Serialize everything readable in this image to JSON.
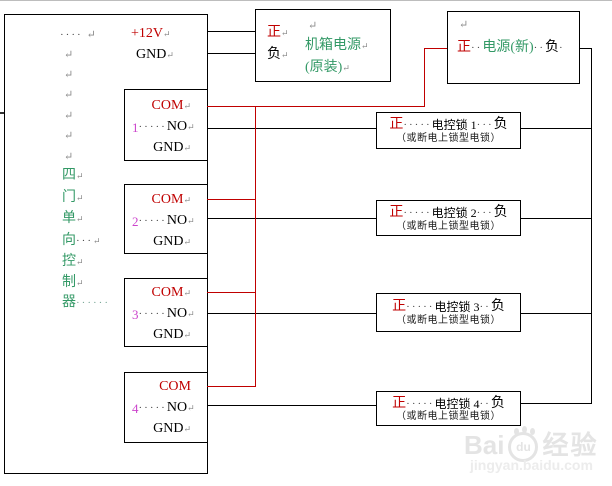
{
  "colors": {
    "red": "#c00000",
    "green": "#339966",
    "magenta": "#cc44cc",
    "wire_black": "#000000",
    "watermark_gray": "#e4e4e4"
  },
  "marks": {
    "pilcrow": "↵"
  },
  "controller": {
    "top_dots": "····",
    "terminal_12v": "+12V",
    "terminal_gnd": "GND",
    "title_chars": [
      "四",
      "门",
      "单",
      "向",
      "控",
      "制",
      "器"
    ],
    "xiang_dots": "···",
    "qi_dots": "······",
    "groups": [
      {
        "num": "1",
        "com": "COM",
        "leader": "·····",
        "no": "NO",
        "gnd": "GND"
      },
      {
        "num": "2",
        "com": "COM",
        "leader": "·····",
        "no": "NO",
        "gnd": "GND"
      },
      {
        "num": "3",
        "com": "COM",
        "leader": "·····",
        "no": "NO",
        "gnd": "GND"
      },
      {
        "num": "4",
        "com": "COM",
        "leader": "·····",
        "no": "NO",
        "gnd": "GND"
      }
    ]
  },
  "power_original": {
    "pos": "正",
    "neg": "负",
    "name": "机箱电源",
    "subname": "(原装)"
  },
  "power_new": {
    "pos": "正",
    "lead": "··",
    "name": "电源(新)",
    "lead2": "··",
    "neg": "负",
    "tail": "·"
  },
  "locks": [
    {
      "pos": "正",
      "lead": "·····",
      "name": "电控锁 1",
      "lead2": "···",
      "neg": "负",
      "sub": "（或断电上锁型电锁）"
    },
    {
      "pos": "正",
      "lead": "·····",
      "name": "电控锁 2",
      "lead2": "···",
      "neg": "负",
      "sub": "（或断电上锁型电锁）"
    },
    {
      "pos": "正",
      "lead": "·····",
      "name": "电控锁 3",
      "lead2": "··",
      "neg": "负",
      "sub": "（或断电上锁型电锁）"
    },
    {
      "pos": "正",
      "lead": "·····",
      "name": "电控锁 4",
      "lead2": "··",
      "neg": "负",
      "sub": "（或断电上锁型电锁）"
    }
  ],
  "watermark": {
    "bai": "Bai",
    "du": "du",
    "brand_cn": "经验",
    "url": "jingyan.baidu.com"
  }
}
